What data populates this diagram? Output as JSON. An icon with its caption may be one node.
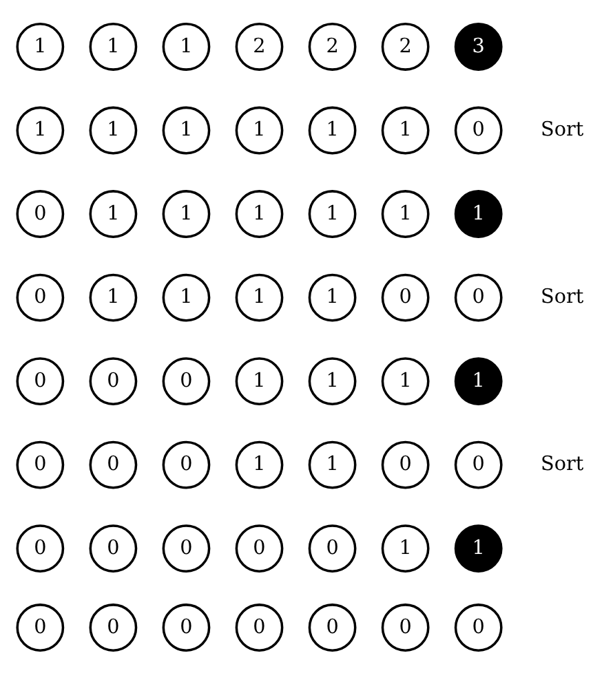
{
  "diagram": {
    "nodes": [
      {
        "text": [
          "1"
        ]
      },
      {
        "text": [
          "1"
        ]
      },
      {
        "text": [
          "1"
        ]
      },
      {
        "text": [
          "2"
        ]
      },
      {
        "text": [
          "2"
        ]
      },
      {
        "text": [
          "2"
        ]
      },
      {
        "text": [
          "3"
        ]
      },
      {
        "text": [
          "1"
        ]
      },
      {
        "text": [
          "1"
        ]
      },
      {
        "text": [
          "1"
        ]
      },
      {
        "text": [
          "1"
        ]
      },
      {
        "text": [
          "1"
        ]
      },
      {
        "text": [
          "1"
        ]
      },
      {
        "text": [
          "0"
        ],
        "beside": [
          "Sort"
        ]
      },
      {
        "text": [
          "0"
        ]
      },
      {
        "text": [
          "1"
        ]
      },
      {
        "text": [
          "1"
        ]
      },
      {
        "text": [
          "1"
        ]
      },
      {
        "text": [
          "1"
        ]
      },
      {
        "text": [
          "1"
        ]
      },
      {
        "text": [
          "1"
        ]
      },
      {
        "text": [
          "0"
        ]
      },
      {
        "text": [
          "1"
        ]
      },
      {
        "text": [
          "1"
        ]
      },
      {
        "text": [
          "1"
        ]
      },
      {
        "text": [
          "1"
        ]
      },
      {
        "text": [
          "0"
        ]
      },
      {
        "text": [
          "0"
        ],
        "beside": [
          "Sort"
        ]
      },
      {
        "text": [
          "0"
        ]
      },
      {
        "text": [
          "0"
        ]
      },
      {
        "text": [
          "0"
        ]
      },
      {
        "text": [
          "1"
        ]
      },
      {
        "text": [
          "1"
        ]
      },
      {
        "text": [
          "1"
        ]
      },
      {
        "text": [
          "1"
        ]
      },
      {
        "text": [
          "0"
        ]
      },
      {
        "text": [
          "0"
        ]
      },
      {
        "text": [
          "0"
        ]
      },
      {
        "text": [
          "1"
        ]
      },
      {
        "text": [
          "1"
        ]
      },
      {
        "text": [
          "0"
        ]
      },
      {
        "text": [
          "0"
        ],
        "beside": [
          "Sort"
        ]
      },
      {
        "text": [
          "0"
        ]
      },
      {
        "text": [
          "0"
        ]
      },
      {
        "text": [
          "0"
        ]
      },
      {
        "text": [
          "0"
        ]
      },
      {
        "text": [
          "0"
        ]
      },
      {
        "text": [
          "1"
        ]
      },
      {
        "text": [
          "1"
        ]
      },
      {
        "text": [
          "0"
        ]
      },
      {
        "text": [
          "0"
        ]
      },
      {
        "text": [
          "0"
        ]
      },
      {
        "text": [
          "0"
        ]
      },
      {
        "text": [
          "0"
        ]
      },
      {
        "text": [
          "0"
        ]
      },
      {
        "text": [
          "0"
        ]
      }
    ],
    "edges": []
  }
}
